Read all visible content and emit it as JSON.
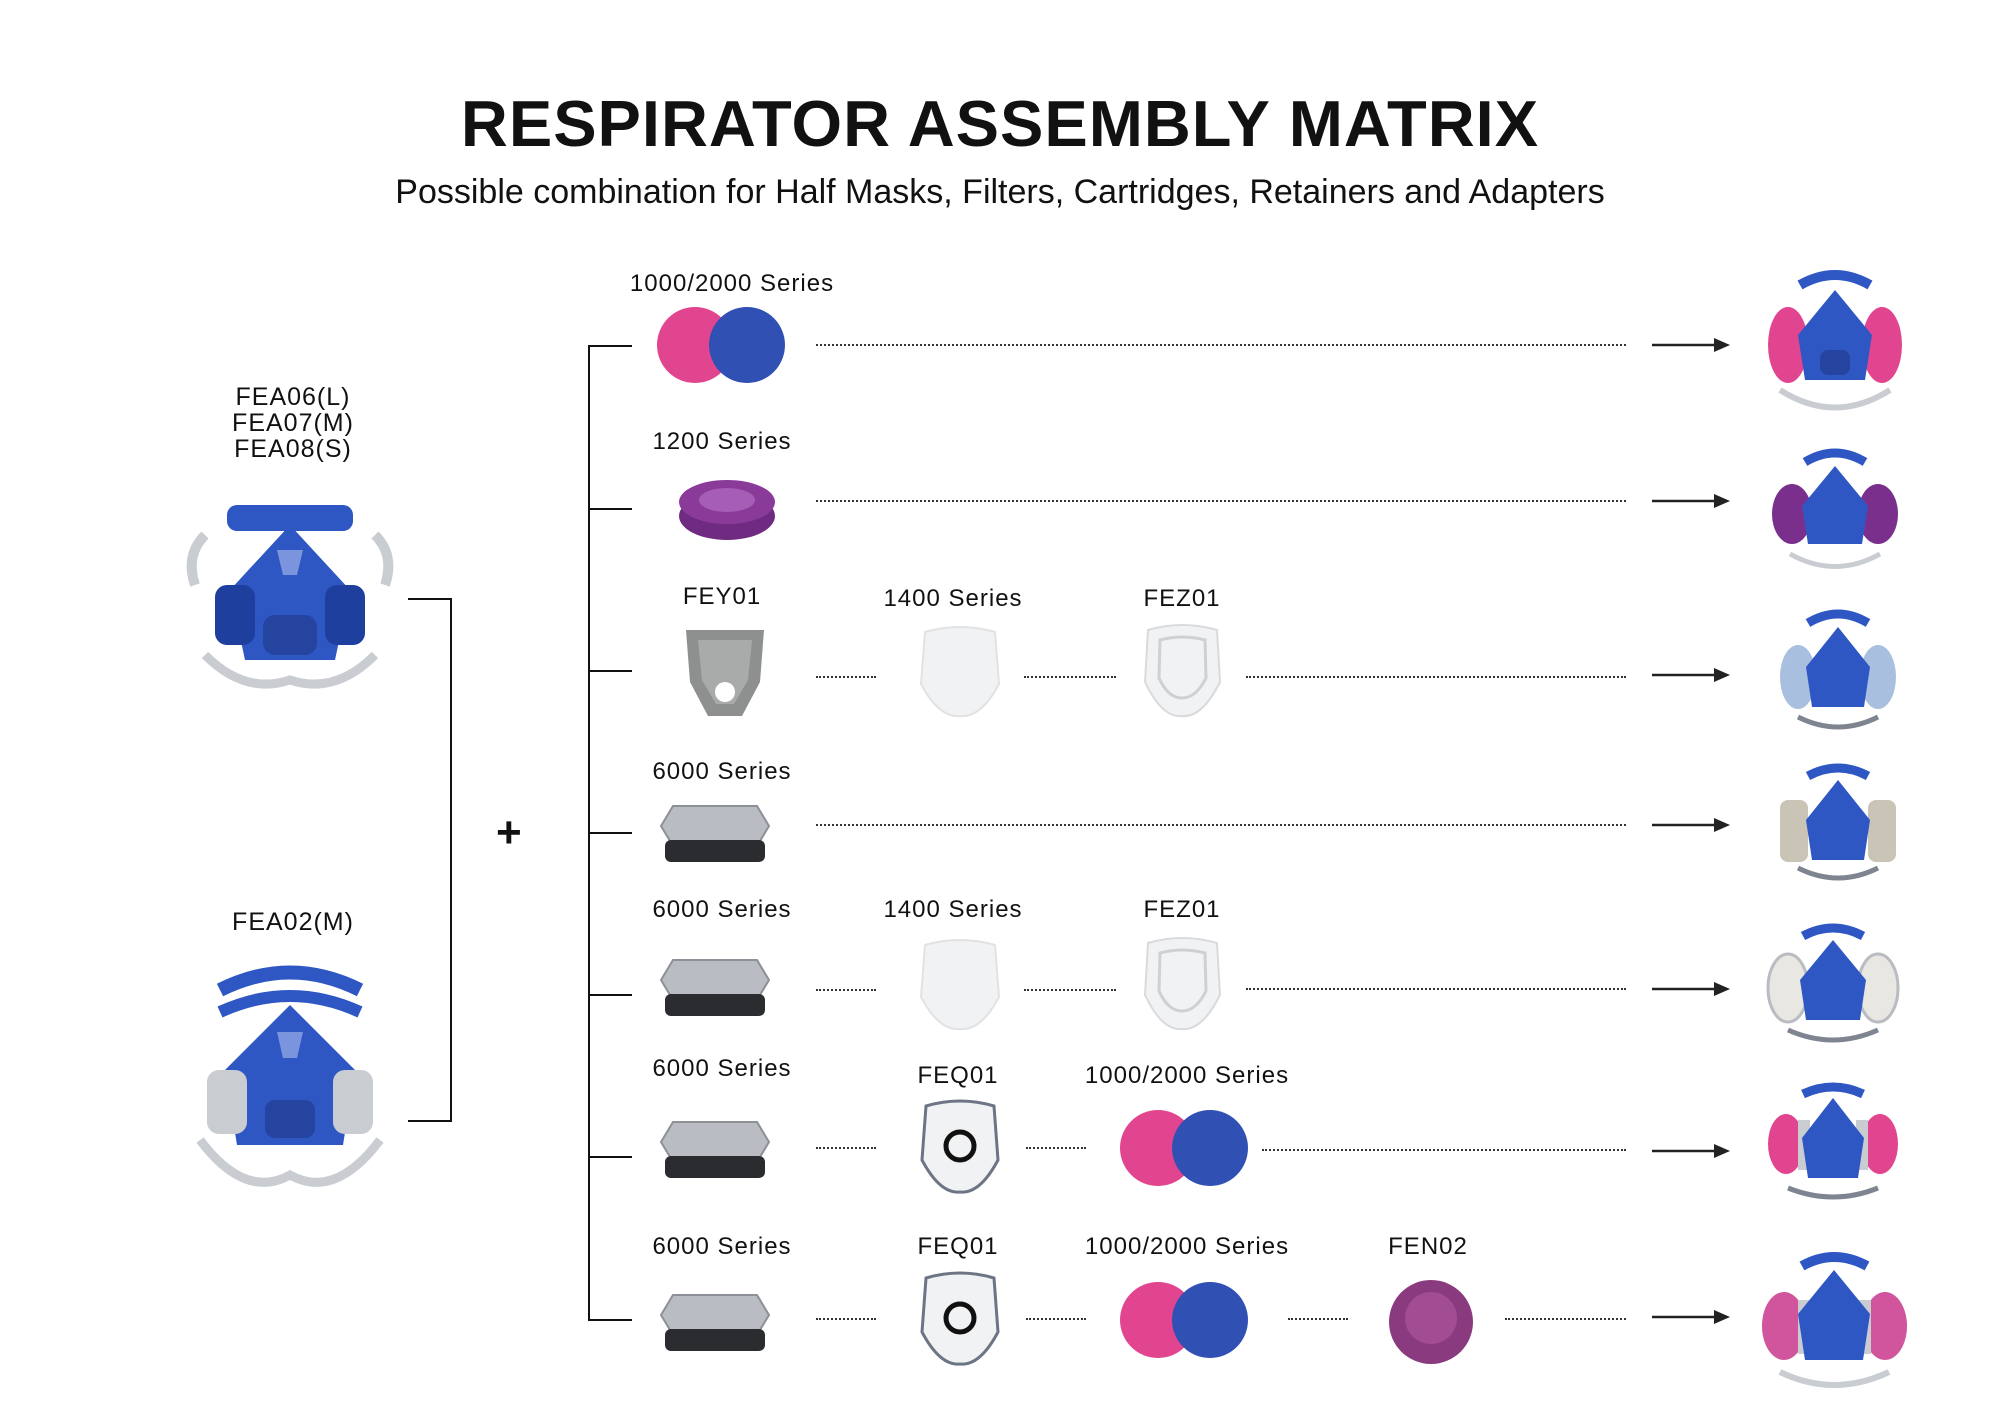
{
  "title": "RESPIRATOR ASSEMBLY MATRIX",
  "subtitle": "Possible combination for Half Masks, Filters, Cartridges, Retainers and Adapters",
  "masks": {
    "mask_a_lines": [
      "FEA06(L)",
      "FEA07(M)",
      "FEA08(S)"
    ],
    "mask_b_label": "FEA02(M)"
  },
  "plus_sign": "+",
  "rows": [
    {
      "items": [
        "1000/2000 Series"
      ]
    },
    {
      "items": [
        "1200 Series"
      ]
    },
    {
      "items": [
        "FEY01",
        "1400 Series",
        "FEZ01"
      ]
    },
    {
      "items": [
        "6000 Series"
      ]
    },
    {
      "items": [
        "6000 Series",
        "1400 Series",
        "FEZ01"
      ]
    },
    {
      "items": [
        "6000 Series",
        "FEQ01",
        "1000/2000 Series"
      ]
    },
    {
      "items": [
        "6000 Series",
        "FEQ01",
        "1000/2000 Series",
        "FEN02"
      ]
    }
  ],
  "colors": {
    "mask_blue": "#2f57c4",
    "mask_grey": "#c9ccd1",
    "filter_pink": "#e2458f",
    "filter_blue": "#3150b4",
    "filter_purple": "#8a3b9a",
    "cartridge_grey": "#b9bcc2",
    "white_part": "#f1f2f4",
    "adapter_grey": "#8e8f8f"
  },
  "icons": {
    "half_mask": "half-mask-icon",
    "pink_blue_filter": "pink-blue-filter-pair-icon",
    "purple_filter": "purple-filter-icon",
    "adapter": "adapter-icon",
    "pad": "prefilter-pad-icon",
    "retainer": "retainer-icon",
    "cartridge": "cartridge-icon",
    "ring_retainer": "ring-retainer-icon",
    "purple_disc": "purple-disc-icon",
    "assembled": "assembled-respirator-icon"
  }
}
